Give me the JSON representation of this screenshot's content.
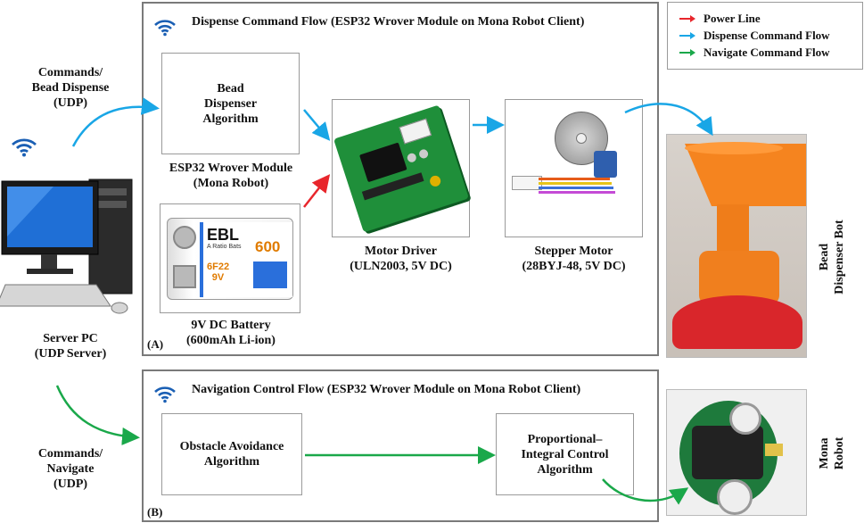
{
  "colors": {
    "power": "#e8262c",
    "dispense": "#19a6e6",
    "navigate": "#1aa84a",
    "panel_border": "#7a7a7a"
  },
  "panel_a": {
    "title": "Dispense Command Flow (ESP32 Wrover Module on Mona Robot Client)",
    "tag": "(A)"
  },
  "panel_b": {
    "title": "Navigation Control Flow (ESP32 Wrover Module on Mona Robot Client)",
    "tag": "(B)"
  },
  "legend": [
    {
      "label": "Power Line",
      "color": "#e8262c"
    },
    {
      "label": "Dispense Command Flow",
      "color": "#19a6e6"
    },
    {
      "label": "Navigate Command Flow",
      "color": "#1aa84a"
    }
  ],
  "left": {
    "commands_dispense": "Commands/\nBead Dispense\n(UDP)",
    "server_pc": "Server PC\n(UDP Server)",
    "commands_navigate": "Commands/\nNavigate\n(UDP)"
  },
  "blocks_a": {
    "algorithm": "Bead\nDispenser\nAlgorithm",
    "esp32_caption": "ESP32 Wrover Module\n(Mona Robot)",
    "battery_caption": "9V DC Battery\n(600mAh Li-ion)",
    "battery_brand": "EBL",
    "battery_sub": "A Ratio Bats",
    "battery_cap": "600",
    "battery_model": "6F22\n9V",
    "driver_caption": "Motor Driver\n(ULN2003, 5V DC)",
    "stepper_caption": "Stepper Motor\n(28BYJ-48, 5V DC)"
  },
  "blocks_b": {
    "obstacle": "Obstacle Avoidance\nAlgorithm",
    "pi_control": "Proportional–\nIntegral Control\nAlgorithm"
  },
  "right": {
    "bead_bot": "Bead\nDispenser Bot",
    "mona_robot": "Mona\nRobot"
  }
}
